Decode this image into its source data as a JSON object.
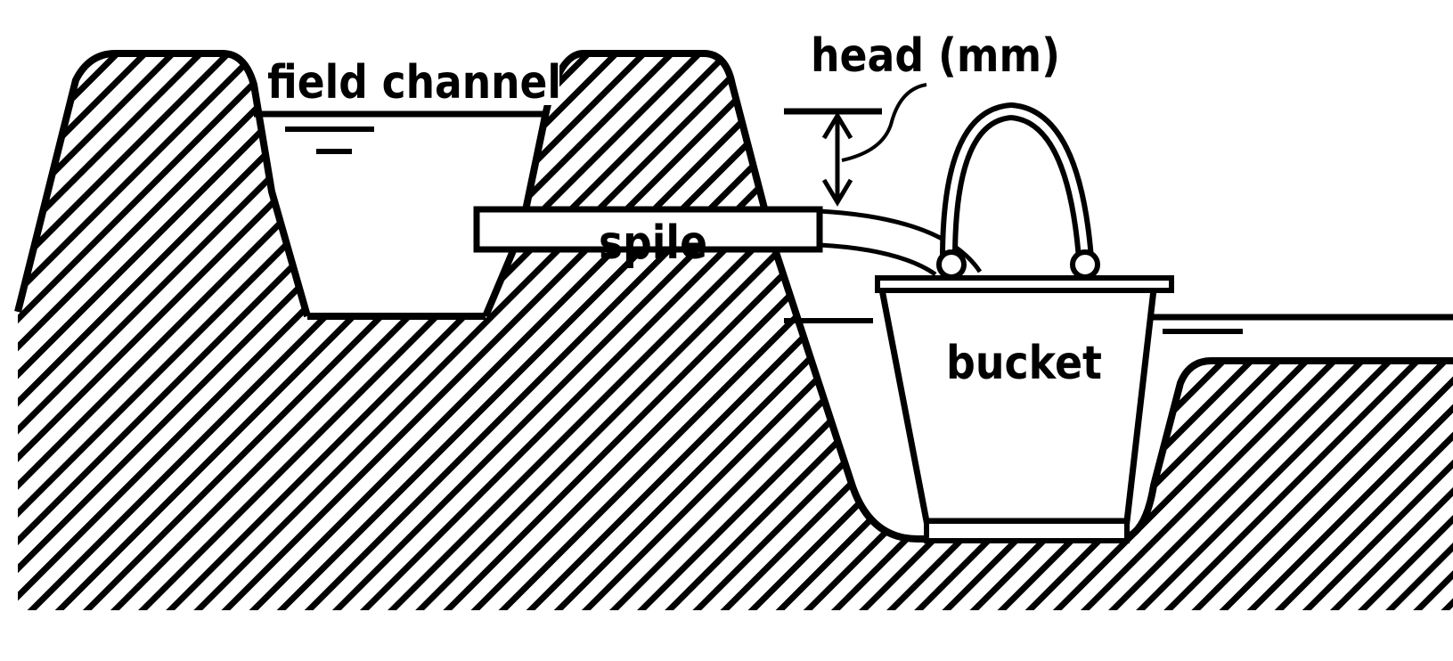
{
  "labels": {
    "field_channel": "field channel",
    "head": "head (mm)",
    "spile": "spile",
    "bucket": "bucket"
  },
  "colors": {
    "ink": "#000000",
    "background": "#ffffff"
  }
}
